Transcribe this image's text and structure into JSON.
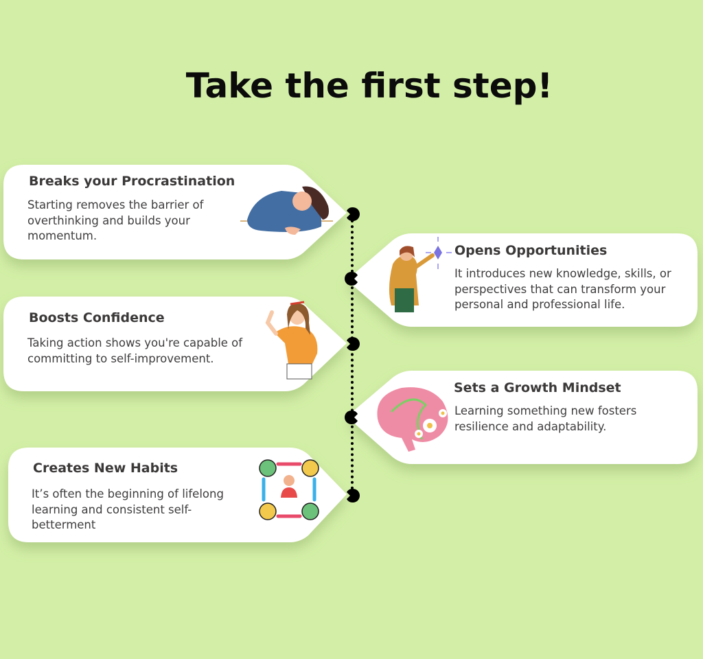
{
  "title": "Take the first step!",
  "colors": {
    "background": "#d3efa7",
    "card": "#ffffff",
    "connector": "#000000"
  },
  "cards": [
    {
      "title": "Breaks your Procrastination",
      "body": " Starting removes the barrier of overthinking and builds your momentum.",
      "side": "left",
      "icon": "resting-person-illustration"
    },
    {
      "title": "Opens Opportunities",
      "body": "It introduces new knowledge, skills, or perspectives that can transform your personal and professional life.",
      "side": "right",
      "icon": "woman-touching-gem-illustration"
    },
    {
      "title": "Boosts Confidence",
      "body": "Taking action shows you're capable of committing to self-improvement.",
      "side": "left",
      "icon": "strong-woman-illustration"
    },
    {
      "title": "Sets a Growth Mindset",
      "body": "Learning something new fosters resilience and adaptability.",
      "side": "right",
      "icon": "brain-flowers-illustration"
    },
    {
      "title": "Creates New Habits",
      "body": "It’s often the beginning of lifelong learning and consistent self-betterment",
      "side": "left",
      "icon": "habit-cycle-illustration"
    }
  ]
}
